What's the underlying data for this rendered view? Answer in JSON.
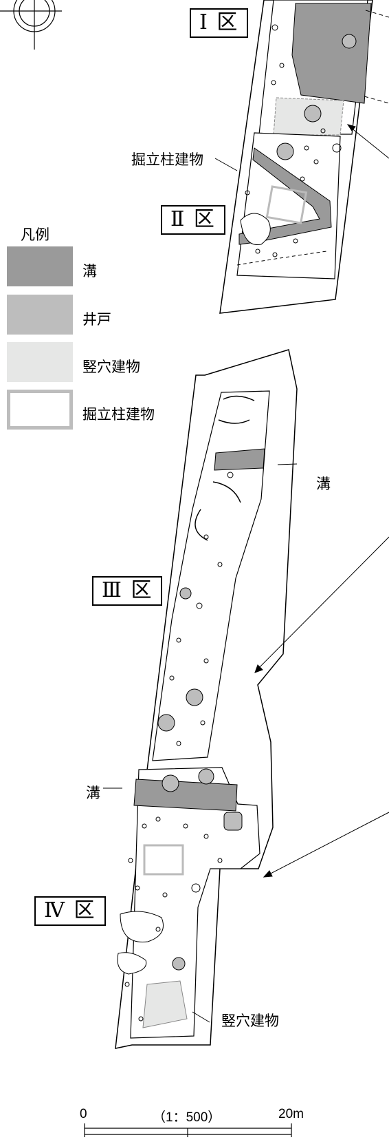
{
  "zones": {
    "zone1": "Ⅰ 区",
    "zone2": "Ⅱ 区",
    "zone3": "Ⅲ 区",
    "zone4": "Ⅳ 区"
  },
  "callouts": {
    "post_building": "掘立柱建物",
    "ditch_right": "溝",
    "ditch_left": "溝",
    "pit_dwelling": "竪穴建物"
  },
  "legend": {
    "title": "凡例",
    "items": [
      {
        "label": "溝",
        "color": "#9a9a9a"
      },
      {
        "label": "井戸",
        "color": "#bdbdbd"
      },
      {
        "label": "竪穴建物",
        "color": "#e6e7e6"
      },
      {
        "label": "掘立柱建物",
        "color": "#ffffff",
        "border": "#bdbdbd"
      }
    ]
  },
  "scale": {
    "start": "0",
    "ratio": "（1：500）",
    "end": "20m"
  }
}
